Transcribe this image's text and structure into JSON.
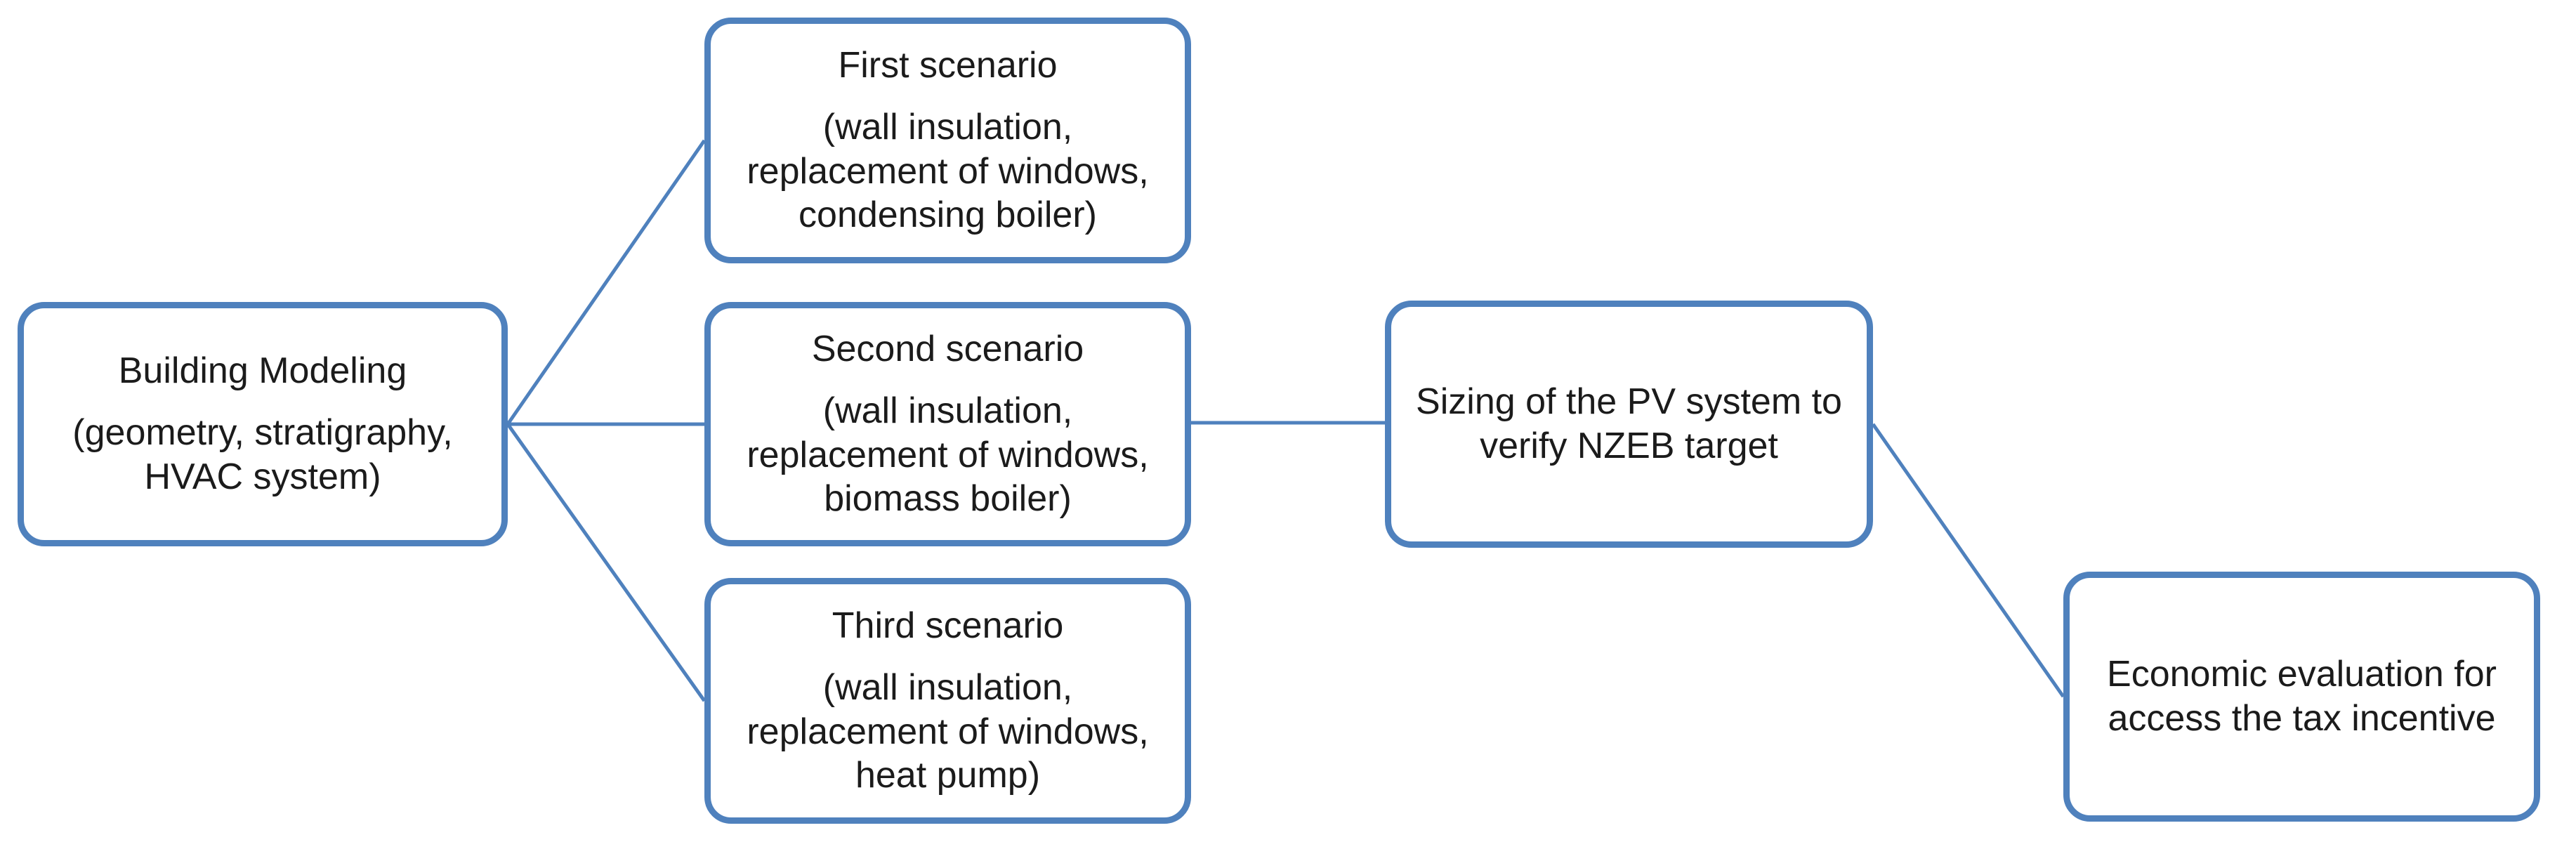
{
  "diagram": {
    "background_color": "#ffffff",
    "accent_color": "#4f81bd",
    "text_color": "#1b1b1b",
    "nodes": {
      "building": {
        "title": "Building Modeling",
        "subtitle": "(geometry, stratigraphy,\nHVAC system)"
      },
      "scenario1": {
        "title": "First scenario",
        "subtitle": "(wall insulation,\nreplacement of windows,\ncondensing boiler)"
      },
      "scenario2": {
        "title": "Second scenario",
        "subtitle": "(wall insulation,\nreplacement of windows,\nbiomass boiler)"
      },
      "scenario3": {
        "title": "Third scenario",
        "subtitle": "(wall insulation,\nreplacement of windows,\nheat pump)"
      },
      "pv": {
        "label": "Sizing of the PV system to\nverify NZEB target"
      },
      "economic": {
        "label": "Economic evaluation for\naccess the tax incentive"
      }
    },
    "connectors": [
      {
        "from": "building",
        "to": "scenario1"
      },
      {
        "from": "building",
        "to": "scenario2"
      },
      {
        "from": "building",
        "to": "scenario3"
      },
      {
        "from": "scenario2",
        "to": "pv"
      },
      {
        "from": "pv",
        "to": "economic"
      }
    ]
  }
}
